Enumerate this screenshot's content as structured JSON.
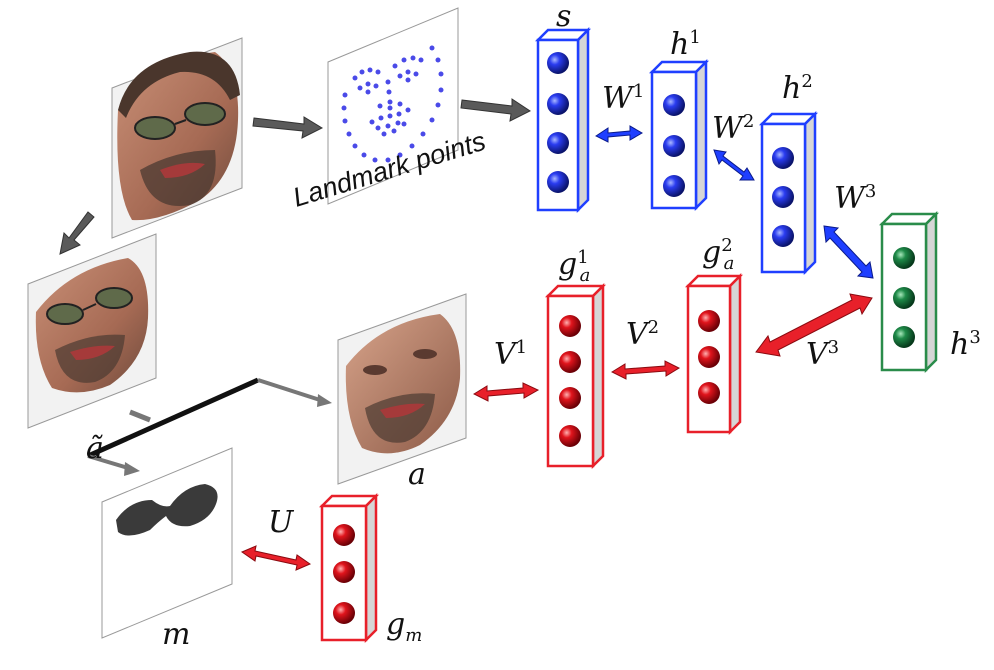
{
  "labels": {
    "s": "s",
    "h1": "h",
    "h1_sup": "1",
    "h2": "h",
    "h2_sup": "2",
    "h3": "h",
    "h3_sup": "3",
    "w1": "W",
    "w1_sup": "1",
    "w2": "W",
    "w2_sup": "2",
    "w3": "W",
    "w3_sup": "3",
    "ga1": "g",
    "ga1_sub": "a",
    "ga1_sup": "1",
    "ga2": "g",
    "ga2_sub": "a",
    "ga2_sup": "2",
    "v1": "V",
    "v1_sup": "1",
    "v2": "V",
    "v2_sup": "2",
    "v3": "V",
    "v3_sup": "3",
    "u": "U",
    "gm": "g",
    "gm_sub": "m",
    "a_tilde": "ã",
    "a": "a",
    "m": "m",
    "landmark": "Landmark points"
  },
  "colors": {
    "blue": "#1f3fff",
    "red": "#e8202a",
    "green": "#2a8c4a",
    "gray_arrow": "#555555"
  }
}
